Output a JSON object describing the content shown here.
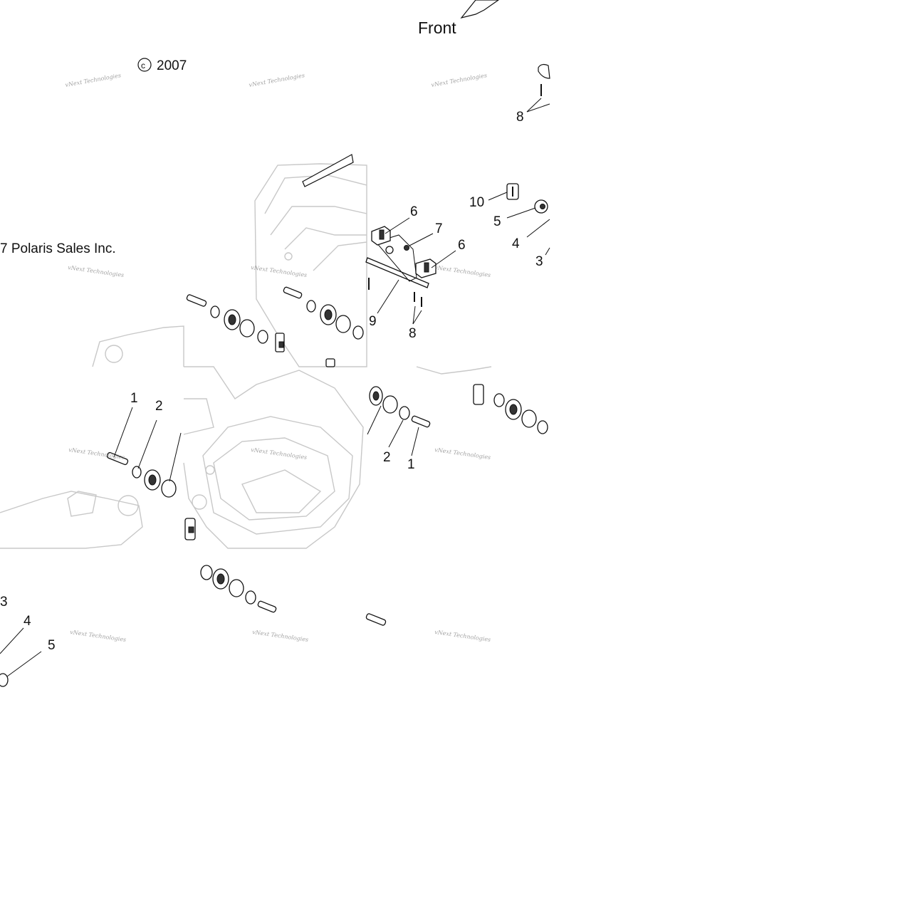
{
  "header": {
    "direction_label": "Front",
    "copyright_year": "2007",
    "copyright_holder": "7 Polaris Sales Inc."
  },
  "watermark": {
    "line1": "vNext Technologies",
    "line2": "Technologies"
  },
  "callouts": {
    "c1a": "1",
    "c1b": "1",
    "c2a": "2",
    "c2b": "2",
    "c3a": "3",
    "c3b": "3",
    "c4a": "4",
    "c4b": "4",
    "c5a": "5",
    "c5b": "5",
    "c6a": "6",
    "c6b": "6",
    "c7": "7",
    "c8a": "8",
    "c8b": "8",
    "c9": "9",
    "c10": "10"
  }
}
